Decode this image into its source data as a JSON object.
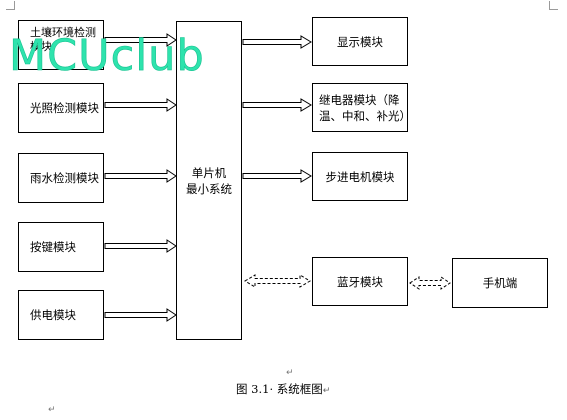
{
  "diagram": {
    "inputs": [
      {
        "id": "soil",
        "label": "土壤环境检测模块"
      },
      {
        "id": "light",
        "label": "光照检测模块"
      },
      {
        "id": "rain",
        "label": "雨水检测模块"
      },
      {
        "id": "key",
        "label": "按键模块"
      },
      {
        "id": "power",
        "label": "供电模块"
      }
    ],
    "mcu": {
      "line1": "单片机",
      "line2": "最小系统"
    },
    "outputs": [
      {
        "id": "display",
        "label": "显示模块"
      },
      {
        "id": "relay",
        "line1": "继电器模块（降",
        "line2": "温、中和、补光）"
      },
      {
        "id": "stepper",
        "label": "步进电机模块"
      },
      {
        "id": "bluetooth",
        "label": "蓝牙模块"
      }
    ],
    "phone": {
      "label": "手机端"
    }
  },
  "watermark": {
    "text": "MCUclub",
    "color": "#2ee3ad"
  },
  "caption": {
    "text": "图 3.1· 系统框图",
    "mark": "↵"
  },
  "para_marks": [
    "↵",
    "↵"
  ]
}
